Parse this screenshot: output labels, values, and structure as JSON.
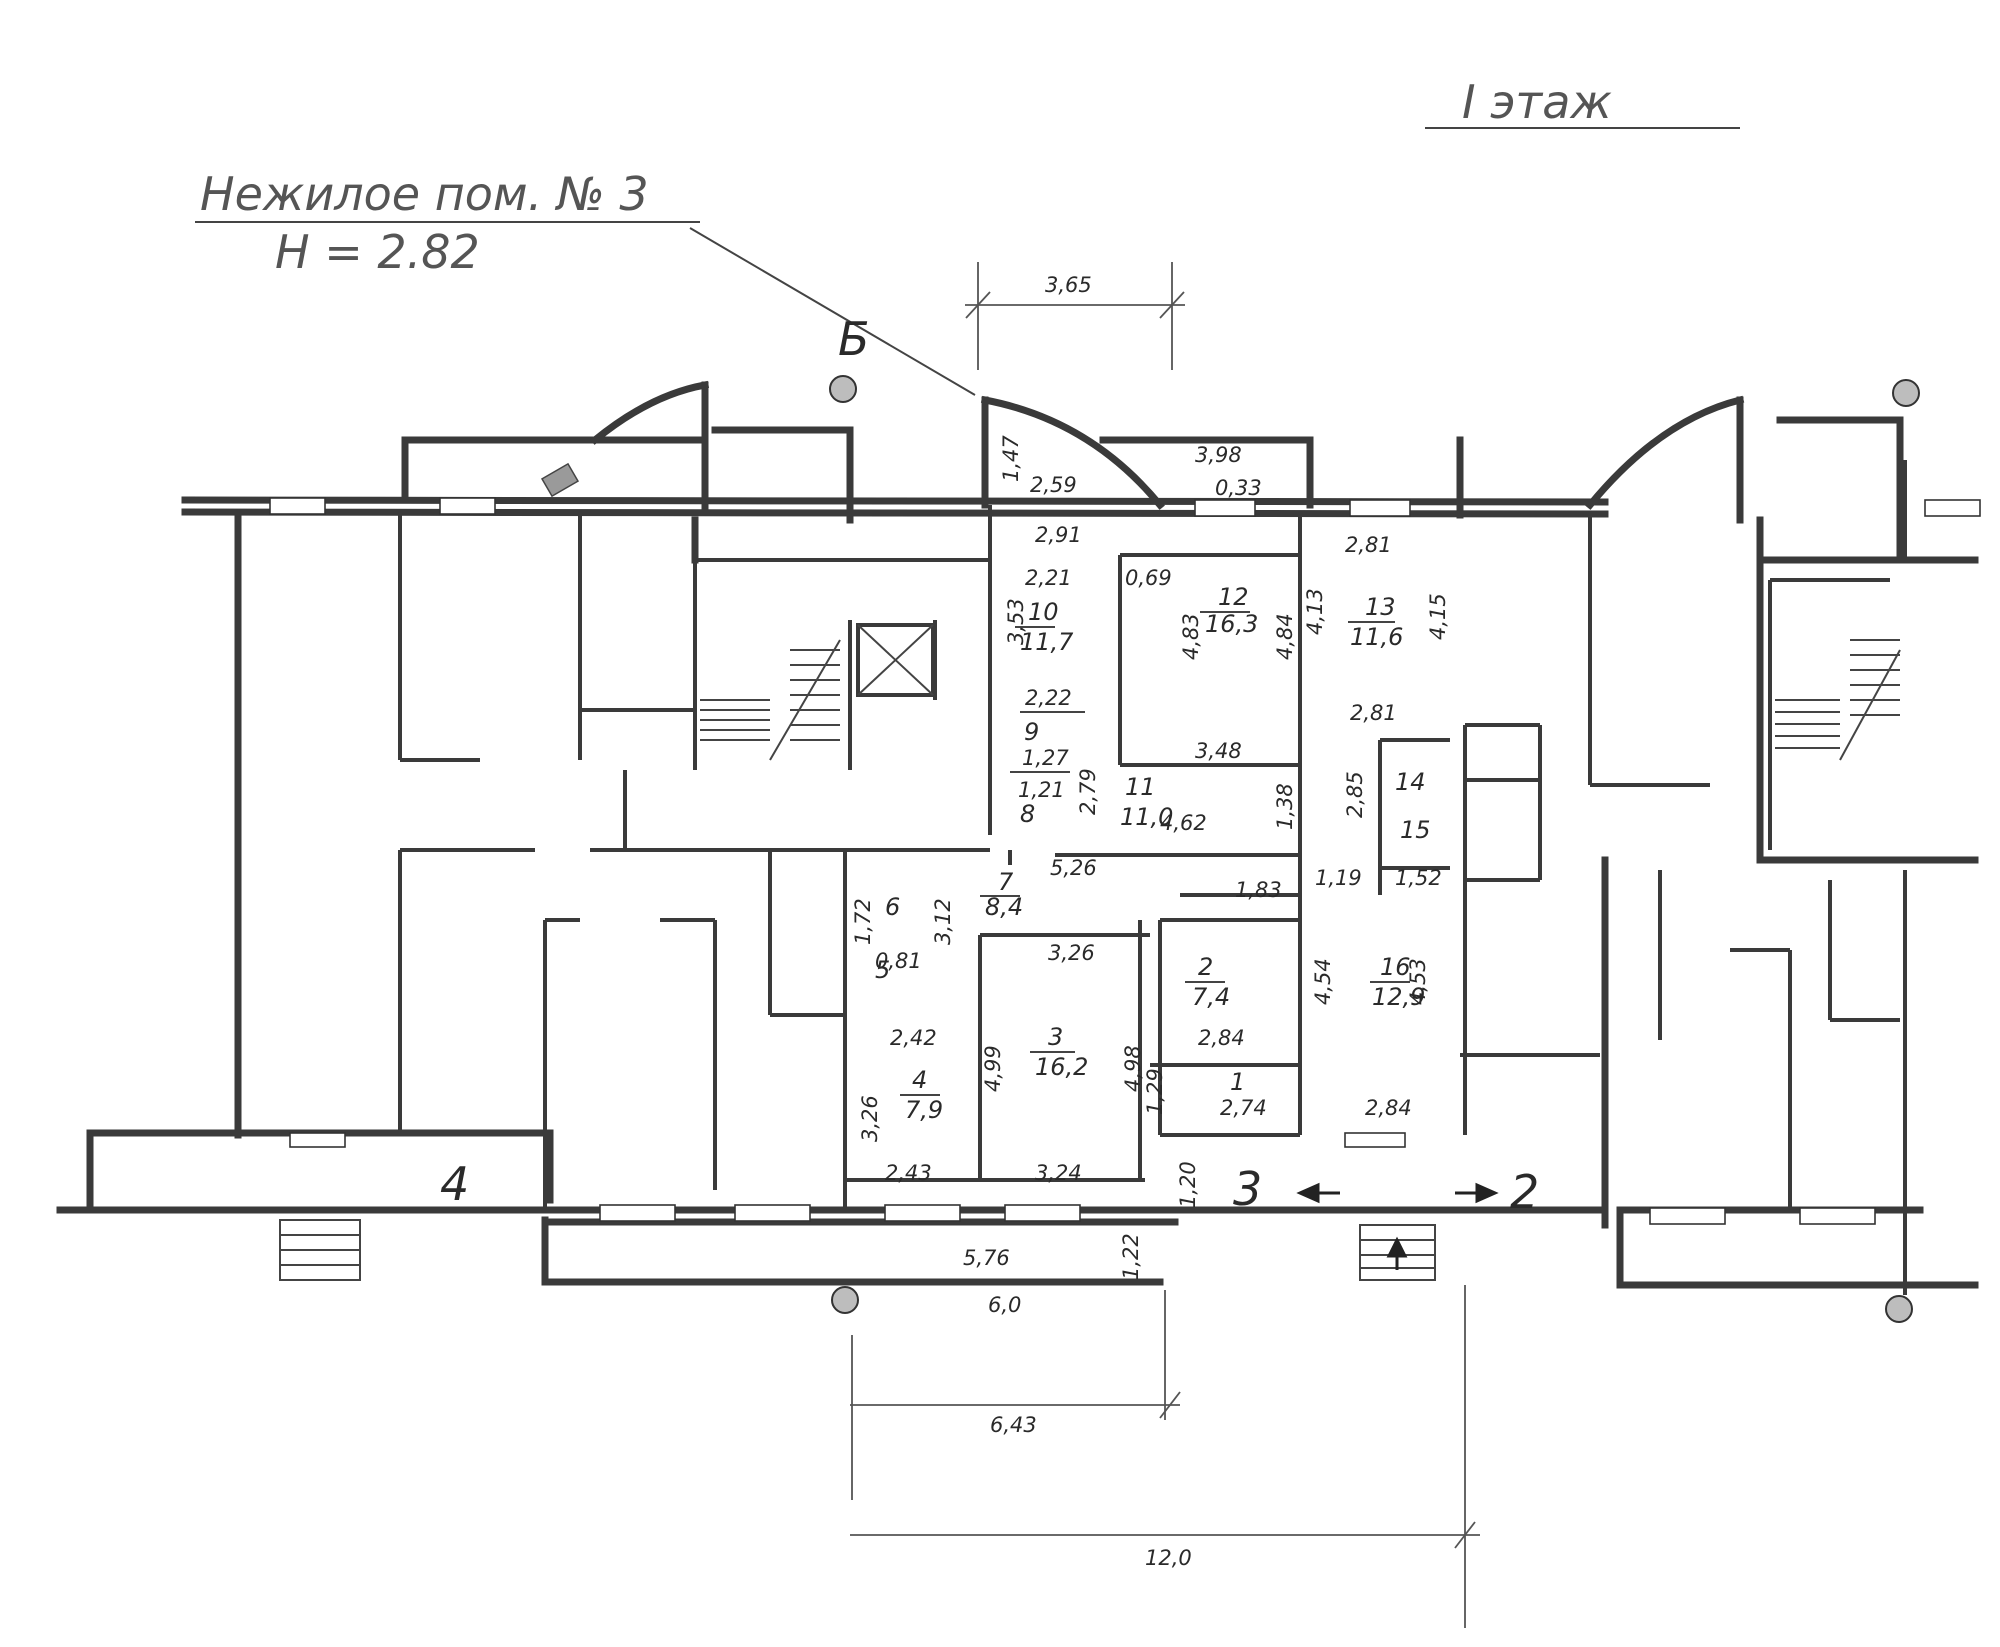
{
  "title": {
    "floor": "I этаж"
  },
  "annotation": {
    "label": "Нежилое пом. № 3",
    "height": "H = 2.82"
  },
  "axis_labels": {
    "axis_b": "Б"
  },
  "dimensions": {
    "top_span": "3,65",
    "bottom_span_1": "6,43",
    "bottom_span_2": "12,0",
    "under_plan_1": "5,76",
    "under_plan_2": "6,0",
    "side_1_22": "1,22"
  },
  "rooms": {
    "r1": {
      "number": "1",
      "area": ""
    },
    "r2": {
      "number": "2",
      "area": "7,4"
    },
    "r3": {
      "number": "3",
      "area": "16,2"
    },
    "r4": {
      "number": "4",
      "area": "7,9"
    },
    "r5": {
      "number": "5",
      "area": ""
    },
    "r6": {
      "number": "6",
      "area": ""
    },
    "r7": {
      "number": "7",
      "area": "8,4"
    },
    "r8": {
      "number": "8",
      "area": ""
    },
    "r9": {
      "number": "9",
      "area": ""
    },
    "r10": {
      "number": "10",
      "area": "11,7"
    },
    "r11": {
      "number": "11",
      "area": "11,0"
    },
    "r12": {
      "number": "12",
      "area": "16,3"
    },
    "r13": {
      "number": "13",
      "area": "11,6"
    },
    "r14": {
      "number": "14",
      "area": ""
    },
    "r15": {
      "number": "15",
      "area": ""
    },
    "r16": {
      "number": "16",
      "area": "12,9"
    }
  },
  "measurements": {
    "m_1_47": "1,47",
    "m_2_59": "2,59",
    "m_3_98": "3,98",
    "m_0_33": "0,33",
    "m_2_91": "2,91",
    "m_2_81a": "2,81",
    "m_2_21": "2,21",
    "m_0_69": "0,69",
    "m_3_53": "3,53",
    "m_4_83": "4,83",
    "m_4_84": "4,84",
    "m_4_13": "4,13",
    "m_4_15": "4,15",
    "m_2_22": "2,22",
    "m_2_81b": "2,81",
    "m_3_48": "3,48",
    "m_1_27": "1,27",
    "m_1_21": "1,21",
    "m_2_79": "2,79",
    "m_4_62": "4,62",
    "m_1_38": "1,38",
    "m_2_85": "2,85",
    "m_5_26": "5,26",
    "m_1_72": "1,72",
    "m_3_12": "3,12",
    "m_1_83": "1,83",
    "m_1_19": "1,19",
    "m_1_52": "1,52",
    "m_0_81": "0,81",
    "m_3_26": "3,26",
    "m_4_54": "4,54",
    "m_4_53": "4,53",
    "m_2_42": "2,42",
    "m_4_99": "4,99",
    "m_4_98": "4,98",
    "m_2_84a": "2,84",
    "m_3_26b": "3,26",
    "m_1_29": "1,29",
    "m_2_74": "2,74",
    "m_2_84b": "2,84",
    "m_2_43": "2,43",
    "m_3_24": "3,24",
    "m_1_20": "1,20"
  },
  "entrances": {
    "e2": "2",
    "e3": "3",
    "e4": "4"
  },
  "colors": {
    "ink": "#2a2a2a",
    "wall": "#3a3a3a",
    "paper": "#ffffff"
  }
}
